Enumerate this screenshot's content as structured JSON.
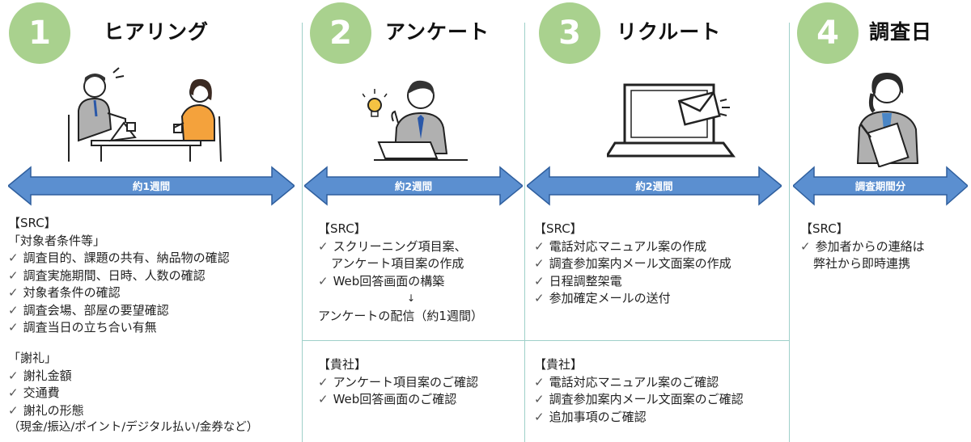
{
  "steps": [
    {
      "number": "1",
      "title": "ヒアリング",
      "duration": "約1週間",
      "blocks": [
        {
          "lines": [
            {
              "text": "【SRC】",
              "check": false
            },
            {
              "text": "「対象者条件等」",
              "check": false
            },
            {
              "text": "調査目的、課題の共有、納品物の確認",
              "check": true
            },
            {
              "text": "調査実施期間、日時、人数の確認",
              "check": true
            },
            {
              "text": "対象者条件の確認",
              "check": true
            },
            {
              "text": "調査会場、部屋の要望確認",
              "check": true
            },
            {
              "text": "調査当日の立ち合い有無",
              "check": true
            }
          ]
        },
        {
          "lines": [
            {
              "text": "「謝礼」",
              "check": false
            },
            {
              "text": "謝礼金額",
              "check": true
            },
            {
              "text": "交通費",
              "check": true
            },
            {
              "text": "謝礼の形態",
              "check": true
            },
            {
              "text": "（現金/振込/ポイント/デジタル払い/金券など）",
              "check": false
            }
          ]
        }
      ]
    },
    {
      "number": "2",
      "title": "アンケート",
      "duration": "約2週間",
      "blocks": [
        {
          "lines": [
            {
              "text": "【SRC】",
              "check": false
            },
            {
              "text": "スクリーニング項目案、",
              "check": true
            },
            {
              "text": "アンケート項目案の作成",
              "check": false
            },
            {
              "text": "Web回答画面の構築",
              "check": true
            },
            {
              "text": "↓",
              "check": false
            },
            {
              "text": "アンケートの配信（約1週間）",
              "check": false
            }
          ]
        },
        {
          "lines": [
            {
              "text": "【貴社】",
              "check": false
            },
            {
              "text": "アンケート項目案のご確認",
              "check": true
            },
            {
              "text": "Web回答画面のご確認",
              "check": true
            }
          ]
        }
      ]
    },
    {
      "number": "3",
      "title": "リクルート",
      "duration": "約2週間",
      "blocks": [
        {
          "lines": [
            {
              "text": "【SRC】",
              "check": false
            },
            {
              "text": "電話対応マニュアル案の作成",
              "check": true
            },
            {
              "text": "調査参加案内メール文面案の作成",
              "check": true
            },
            {
              "text": "日程調整架電",
              "check": true
            },
            {
              "text": "参加確定メールの送付",
              "check": true
            }
          ]
        },
        {
          "lines": [
            {
              "text": "【貴社】",
              "check": false
            },
            {
              "text": "電話対応マニュアル案のご確認",
              "check": true
            },
            {
              "text": "調査参加案内メール文面案のご確認",
              "check": true
            },
            {
              "text": "追加事項のご確認",
              "check": true
            }
          ]
        }
      ]
    },
    {
      "number": "4",
      "title": "調査日",
      "duration": "調査期間分",
      "blocks": [
        {
          "lines": [
            {
              "text": "【SRC】",
              "check": false
            },
            {
              "text": "参加者からの連絡は",
              "check": true
            },
            {
              "text": "弊社から即時連携",
              "check": false
            }
          ]
        }
      ]
    }
  ],
  "colors": {
    "circle": "#a9d18e",
    "arrow": "#5b8fd0",
    "arrow_edge": "#2f5f9e",
    "divider": "#9fd0c9"
  },
  "icons": [
    "meeting-illustration",
    "lightbulb-person-laptop-illustration",
    "laptop-mail-illustration",
    "person-writing-notes-illustration"
  ]
}
